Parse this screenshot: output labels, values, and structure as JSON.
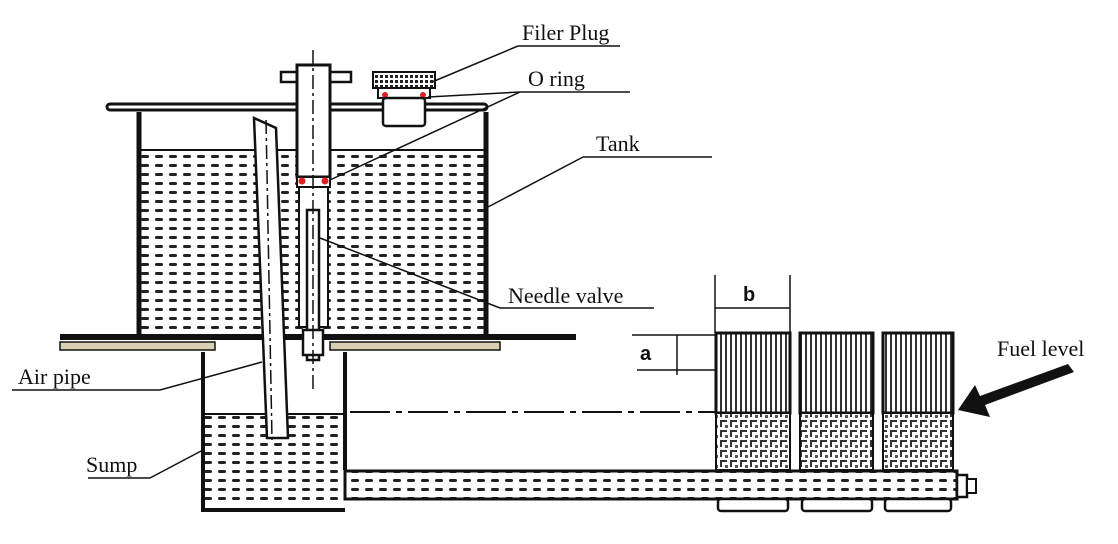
{
  "labels": {
    "filler_plug": "Filer Plug",
    "o_ring": "O ring",
    "tank": "Tank",
    "needle_valve": "Needle valve",
    "fuel_level": "Fuel level",
    "air_pipe": "Air pipe",
    "sump": "Sump",
    "dim_a": "a",
    "dim_b": "b"
  },
  "colors": {
    "line": "#111111",
    "o_ring": "#e02020",
    "plate_shadow": "#d8d0b0"
  }
}
